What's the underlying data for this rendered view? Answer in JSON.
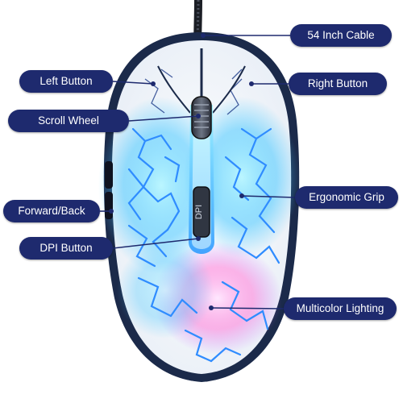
{
  "callouts": {
    "cable": "54 Inch Cable",
    "left_button": "Left Button",
    "right_button": "Right Button",
    "scroll_wheel": "Scroll Wheel",
    "ergonomic_grip": "Ergonomic Grip",
    "forward_back": "Forward/Back",
    "dpi_button": "DPI Button",
    "lighting": "Multicolor Lighting"
  },
  "dpi_button_text": "DPI",
  "colors": {
    "label_bg": "#1e2a6e",
    "label_text": "#ffffff",
    "leader_line": "#1e2a6e",
    "mouse_body": "#f5f8fb",
    "crackle_blue": "#3fa7ff",
    "glow_cyan": "#8ff0ff",
    "glow_pink": "#ff6fd8"
  }
}
